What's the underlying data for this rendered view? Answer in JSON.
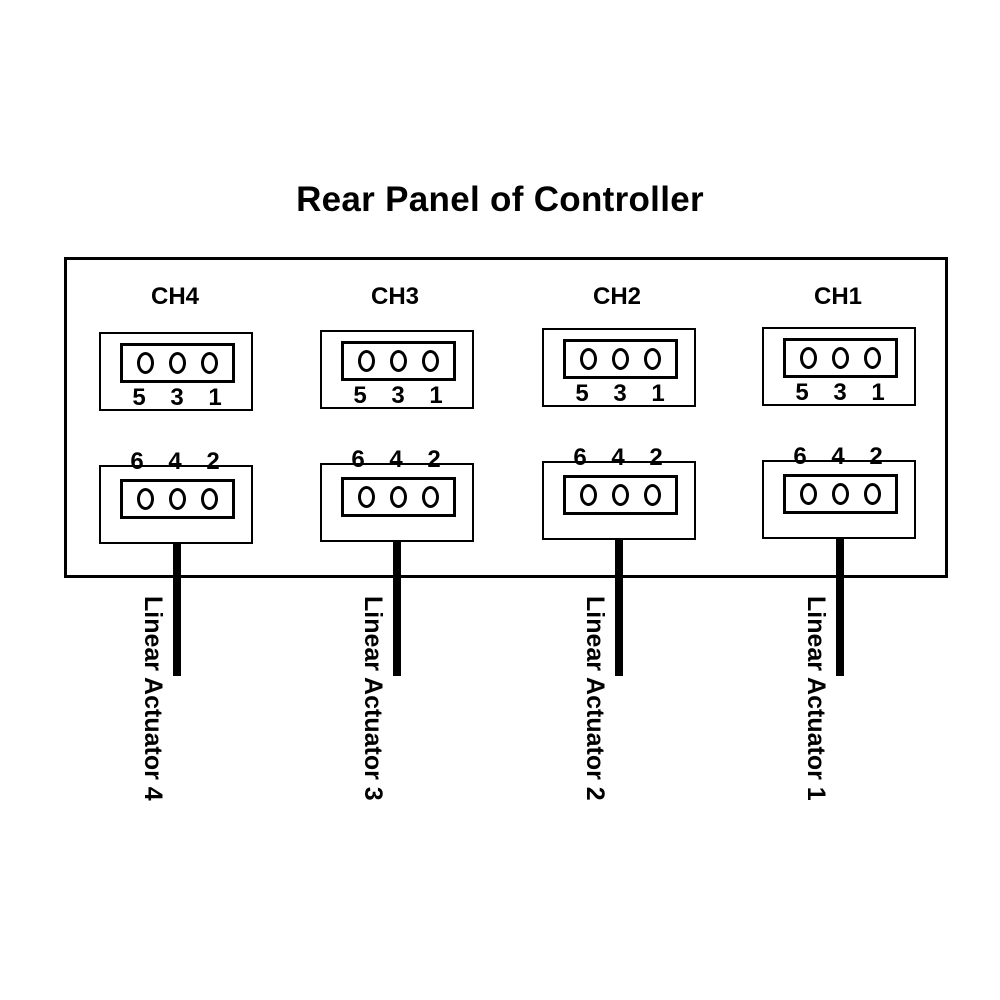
{
  "title": "Rear Panel of Controller",
  "channels": [
    {
      "label": "CH4",
      "top_pins": [
        "5",
        "3",
        "1"
      ],
      "bottom_pins": [
        "6",
        "4",
        "2"
      ],
      "actuator": "Linear Actuator 4"
    },
    {
      "label": "CH3",
      "top_pins": [
        "5",
        "3",
        "1"
      ],
      "bottom_pins": [
        "6",
        "4",
        "2"
      ],
      "actuator": "Linear Actuator 3"
    },
    {
      "label": "CH2",
      "top_pins": [
        "5",
        "3",
        "1"
      ],
      "bottom_pins": [
        "6",
        "4",
        "2"
      ],
      "actuator": "Linear Actuator 2"
    },
    {
      "label": "CH1",
      "top_pins": [
        "5",
        "3",
        "1"
      ],
      "bottom_pins": [
        "6",
        "4",
        "2"
      ],
      "actuator": "Linear Actuator 1"
    }
  ],
  "colors": {
    "line": "#000000",
    "background": "#ffffff"
  }
}
